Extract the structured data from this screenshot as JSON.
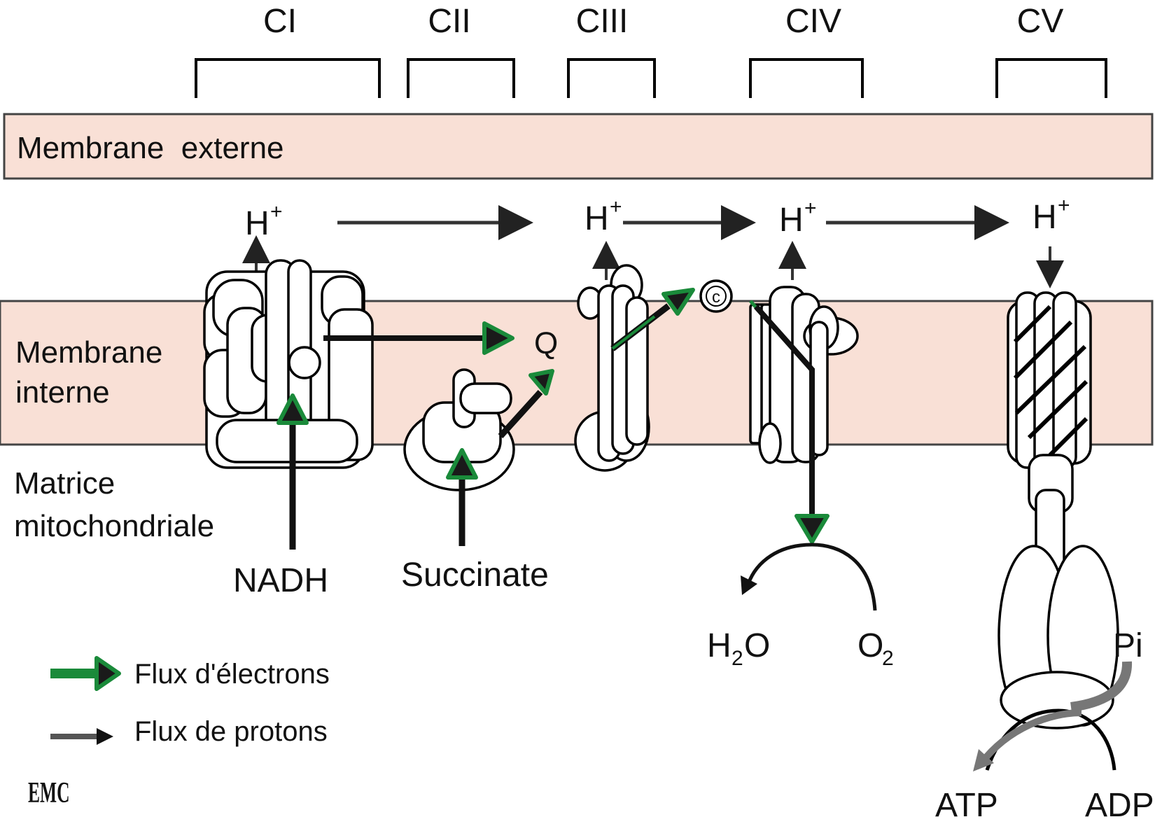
{
  "complexes": [
    "CI",
    "CII",
    "CIII",
    "CIV",
    "CV"
  ],
  "membranes": {
    "outer": "Membrane  externe",
    "inner_line1": "Membrane",
    "inner_line2": "interne",
    "matrix_line1": "Matrice",
    "matrix_line2": "mitochondriale"
  },
  "proton": {
    "base": "H",
    "sup": "+"
  },
  "species": {
    "quinone": "Q",
    "cytc": "c",
    "nadh": "NADH",
    "succinate": "Succinate",
    "h2o_base": "H",
    "h2o_sub": "2",
    "h2o_end": "O",
    "o2_base": "O",
    "o2_sub": "2",
    "pi": "Pi",
    "atp": "ATP",
    "adp": "ADP"
  },
  "legend": {
    "electron": "Flux d'électrons",
    "proton": "Flux de protons"
  },
  "logo": "EMC",
  "colors": {
    "membrane": "#f9e0d6",
    "electron_arrow": "#1a8a3a",
    "proton_arrow": "#444444",
    "arrow_dark": "#111111"
  }
}
